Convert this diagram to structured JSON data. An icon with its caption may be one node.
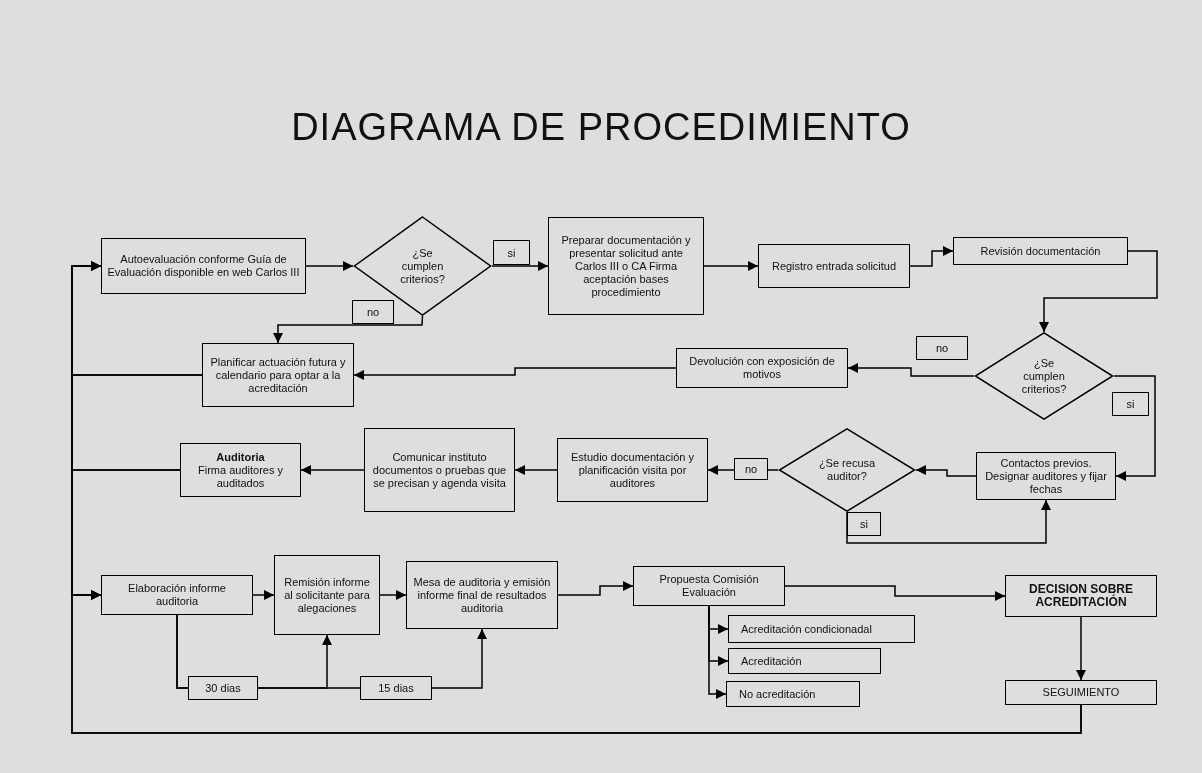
{
  "diagram": {
    "title": "DIAGRAMA DE PROCEDIMIENTO",
    "nodes": [
      {
        "text": [
          "Autoevaluación conforme Guía de Evaluación disponible en web Carlos III"
        ]
      },
      {
        "text": [
          "¿Se cumplen criterios?"
        ]
      },
      {
        "text": [
          "Preparar documentación y presentar solicitud ante Carlos III o CA Firma aceptación bases procedimiento"
        ]
      },
      {
        "text": [
          "Registro entrada solicitud"
        ]
      },
      {
        "text": [
          "Revisión documentación"
        ]
      },
      {
        "text": [
          "Planificar actuación futura y calendario para optar a la acreditación"
        ]
      },
      {
        "text": [
          "Devolución con exposición de motivos"
        ]
      },
      {
        "text": [
          "¿Se cumplen criterios?"
        ]
      },
      {
        "text": [
          "Auditoria",
          "Firma auditores y auditados"
        ]
      },
      {
        "text": [
          "Comunicar instituto documentos o pruebas que se precisan y agenda visita"
        ]
      },
      {
        "text": [
          "Estudio documentación y planificación visita por auditores"
        ]
      },
      {
        "text": [
          "¿Se recusa auditor?"
        ]
      },
      {
        "text": [
          "Contactos previos. Designar auditores y fijar fechas"
        ]
      },
      {
        "text": [
          "Elaboración informe auditoria"
        ]
      },
      {
        "text": [
          "Remisión informe al solicitante para alegaciones"
        ]
      },
      {
        "text": [
          "Mesa de auditoria y emisión informe final de resultados auditoria"
        ]
      },
      {
        "text": [
          "Propuesta Comisión Evaluación"
        ]
      },
      {
        "text": [
          "Acreditación condicionadal"
        ]
      },
      {
        "text": [
          "Acreditación"
        ]
      },
      {
        "text": [
          "No acreditación"
        ]
      },
      {
        "text": [
          "DECISION SOBRE ACREDITACIÓN"
        ]
      },
      {
        "text": [
          "SEGUIMIENTO"
        ]
      }
    ],
    "edges": [
      {
        "from": 0,
        "to": 1,
        "arrow": "to"
      },
      {
        "from": 1,
        "to": 2,
        "arrow": "to",
        "label": "si"
      },
      {
        "from": 1,
        "to": 5,
        "arrow": "to",
        "label": "no"
      },
      {
        "from": 2,
        "to": 3,
        "arrow": "to"
      },
      {
        "from": 3,
        "to": 4,
        "arrow": "to"
      },
      {
        "from": 4,
        "to": 7,
        "arrow": "to"
      },
      {
        "from": 7,
        "to": 6,
        "arrow": "to",
        "label": "no"
      },
      {
        "from": 7,
        "to": 12,
        "arrow": "to",
        "label": "si"
      },
      {
        "from": 6,
        "to": 5,
        "arrow": "to"
      },
      {
        "from": 12,
        "to": 11,
        "arrow": "to"
      },
      {
        "from": 11,
        "to": 10,
        "arrow": "to",
        "label": "no"
      },
      {
        "from": 11,
        "to": 12,
        "arrow": "to",
        "label": "si"
      },
      {
        "from": 10,
        "to": 9,
        "arrow": "to"
      },
      {
        "from": 9,
        "to": 8,
        "arrow": "to"
      },
      {
        "from": 5,
        "to": 0,
        "arrow": "to"
      },
      {
        "from": 5,
        "to": 13,
        "arrow": "to"
      },
      {
        "from": 8,
        "to": 0,
        "arrow": "to"
      },
      {
        "from": 8,
        "to": 13,
        "arrow": "to"
      },
      {
        "from": 21,
        "to": 0,
        "arrow": "to"
      },
      {
        "from": 21,
        "to": 13,
        "arrow": "to"
      },
      {
        "from": 13,
        "to": 14,
        "arrow": "to"
      },
      {
        "from": 13,
        "to": 14,
        "arrow": "to",
        "label": "30 dias"
      },
      {
        "from": 13,
        "to": 15,
        "arrow": "to",
        "label": "15 dias"
      },
      {
        "from": 14,
        "to": 15,
        "arrow": "to"
      },
      {
        "from": 15,
        "to": 16,
        "arrow": "to"
      },
      {
        "from": 16,
        "to": 20,
        "arrow": "to"
      },
      {
        "from": 16,
        "to": 17,
        "arrow": "to"
      },
      {
        "from": 16,
        "to": 18,
        "arrow": "to"
      },
      {
        "from": 16,
        "to": 19,
        "arrow": "to"
      },
      {
        "from": 20,
        "to": 21,
        "arrow": "to"
      }
    ]
  }
}
